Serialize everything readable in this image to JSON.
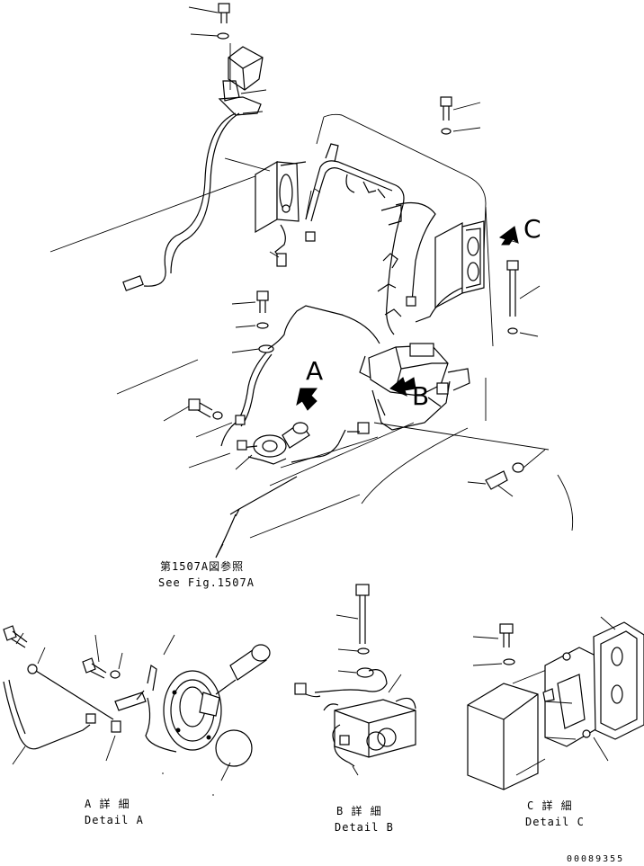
{
  "callout_letters": {
    "a": "A",
    "b": "B",
    "c": "C"
  },
  "reference": {
    "jp": "第1507A図参照",
    "en": "See Fig.1507A"
  },
  "details": [
    {
      "jp": "A 詳 細",
      "en": "Detail A"
    },
    {
      "jp": "B 詳 細",
      "en": "Detail B"
    },
    {
      "jp": "C 詳 細",
      "en": "Detail C"
    }
  ],
  "drawing_number": "00089355",
  "colors": {
    "line": "#000000",
    "background": "#ffffff"
  }
}
